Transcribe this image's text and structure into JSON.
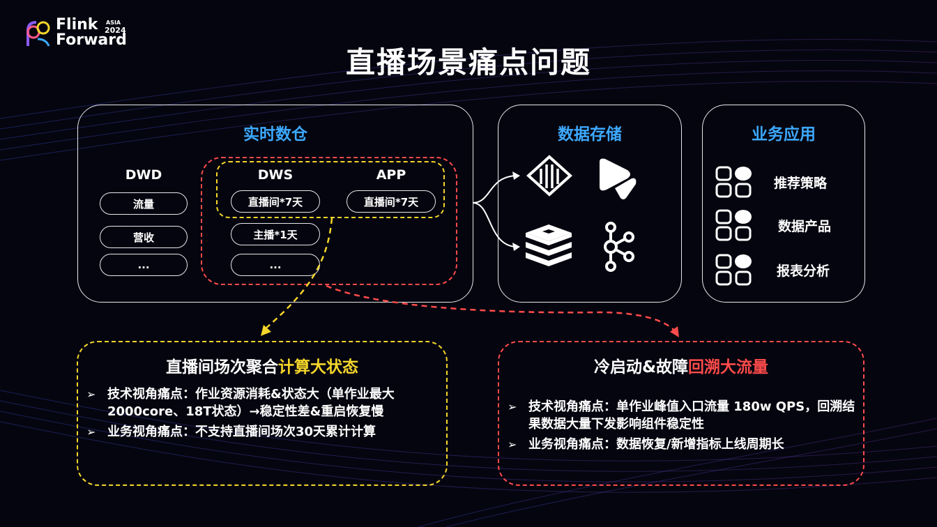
{
  "logo": {
    "brand_line1": "Flink",
    "brand_line2": "Forward",
    "region": "ASIA",
    "year": "2024"
  },
  "page_title": "直播场景痛点问题",
  "warehouse": {
    "title": "实时数仓",
    "dwd": {
      "header": "DWD",
      "items": [
        "流量",
        "营收",
        "..."
      ]
    },
    "dws": {
      "header": "DWS",
      "items": [
        "直播间*7天",
        "主播*1天",
        "..."
      ]
    },
    "app": {
      "header": "APP",
      "items": [
        "直播间*7天"
      ]
    }
  },
  "storage": {
    "title": "数据存储"
  },
  "business": {
    "title": "业务应用",
    "items": [
      "推荐策略",
      "数据产品",
      "报表分析"
    ]
  },
  "pain_left": {
    "title_prefix": "直播间场次聚合",
    "title_highlight": "计算大状态",
    "bullets": [
      "技术视角痛点：作业资源消耗&状态大（单作业最大2000core、18T状态）→稳定性差&重启恢复慢",
      "业务视角痛点：不支持直播间场次30天累计计算"
    ]
  },
  "pain_right": {
    "title_prefix": "冷启动&故障",
    "title_highlight": "回溯大流量",
    "bullets": [
      "技术视角痛点：单作业峰值入口流量 180w QPS，回溯结果数据大量下发影响组件稳定性",
      "业务视角痛点：数据恢复/新增指标上线周期长"
    ]
  },
  "colors": {
    "accent_blue": "#3da9ff",
    "highlight_yellow": "#f5d62a",
    "highlight_red": "#ff4b4b"
  }
}
